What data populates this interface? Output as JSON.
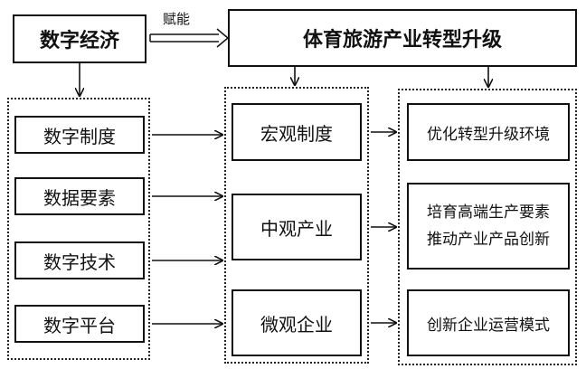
{
  "nodes": {
    "digital_economy": "数字经济",
    "upgrade_target": "体育旅游产业转型升级",
    "enable_label": "赋能",
    "left": [
      "数字制度",
      "数据要素",
      "数字技术",
      "数字平台"
    ],
    "middle": [
      "宏观制度",
      "中观产业",
      "微观企业"
    ],
    "right": {
      "r1": "优化转型升级环境",
      "r2_line1": "培育高端生产要素",
      "r2_line2": "推动产业产品创新",
      "r3": "创新企业运营模式"
    }
  }
}
